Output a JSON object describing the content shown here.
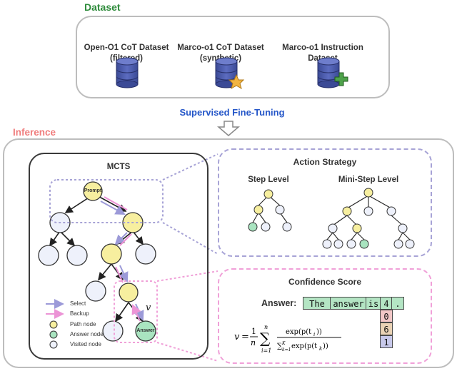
{
  "dataset": {
    "title": "Dataset",
    "items": [
      {
        "label": "Open-O1 CoT Dataset\n(filtered)",
        "badge": "none"
      },
      {
        "label": "Marco-o1 CoT Dataset\n(synthetic)",
        "badge": "star"
      },
      {
        "label": "Marco-o1 Instruction\nDataset",
        "badge": "plus"
      }
    ]
  },
  "sft_label": "Supervised Fine-Tuning",
  "inference": {
    "title": "Inference",
    "mcts": {
      "title": "MCTS",
      "prompt_node": "Prompt",
      "answer_node": "Answer",
      "value_symbol": "v",
      "legend": {
        "select": "Select",
        "backup": "Backup",
        "path_node": "Path node",
        "answer_node": "Answer node",
        "visited_node": "Visited node"
      }
    },
    "action_strategy": {
      "title": "Action Strategy",
      "step_level": "Step Level",
      "mini_step_level": "Mini-Step Level"
    },
    "confidence": {
      "title": "Confidence Score",
      "answer_label": "Answer:",
      "tokens": [
        "The",
        "answer",
        "is",
        "4",
        "."
      ],
      "probabilities": [
        "0",
        "6",
        "1"
      ]
    }
  },
  "colors": {
    "path_node": "#f7ef9f",
    "answer_node": "#a9e4c0",
    "visited_node": "#eef1fb",
    "select_arrow": "#9c9ad8",
    "backup_arrow": "#ec94d6",
    "db_body": "#4a5aa8"
  }
}
